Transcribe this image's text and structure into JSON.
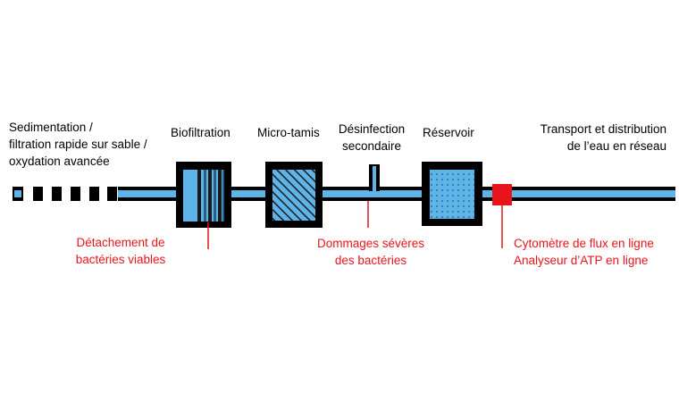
{
  "colors": {
    "pipe": "#5cb4e8",
    "pipe_border": "#000000",
    "box_fill": "#5cb4e8",
    "annotation": "#e8141c",
    "sensor": "#e8141c"
  },
  "stages": {
    "pretreatment": [
      "Sedimentation /",
      "filtration rapide sur sable /",
      "oxydation avancée"
    ],
    "biofiltration": "Biofiltration",
    "microtamis": "Micro-tamis",
    "disinfection": [
      "Désinfection",
      "secondaire"
    ],
    "reservoir": "Réservoir",
    "distribution": [
      "Transport et distribution",
      "de l’eau en réseau"
    ]
  },
  "annotations": {
    "detachment": [
      "Détachement de",
      "bactéries viables"
    ],
    "damage": [
      "Dommages sévères",
      "des bactéries"
    ],
    "monitoring": [
      "Cytomètre de flux en ligne",
      "Analyseur d’ATP en ligne"
    ]
  }
}
